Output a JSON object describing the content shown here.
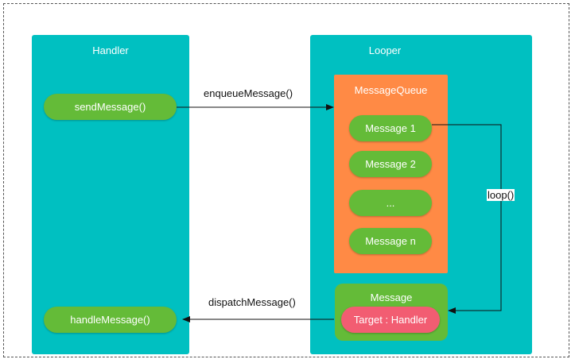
{
  "colors": {
    "panel": "#00c0c1",
    "queue": "#ff8a45",
    "green": "#64bb38",
    "target": "#f25d72",
    "line": "#111111"
  },
  "handler": {
    "title": "Handler",
    "send": "sendMessage()",
    "handle": "handleMessage()"
  },
  "looper": {
    "title": "Looper",
    "queue": {
      "title": "MessageQueue",
      "messages": [
        "Message 1",
        "Message 2",
        "...",
        "Message n"
      ]
    },
    "message": {
      "title": "Message",
      "target": "Target : Handler"
    }
  },
  "arrows": {
    "enqueue": "enqueueMessage()",
    "dispatch": "dispatchMessage()",
    "loop": "loop()"
  }
}
